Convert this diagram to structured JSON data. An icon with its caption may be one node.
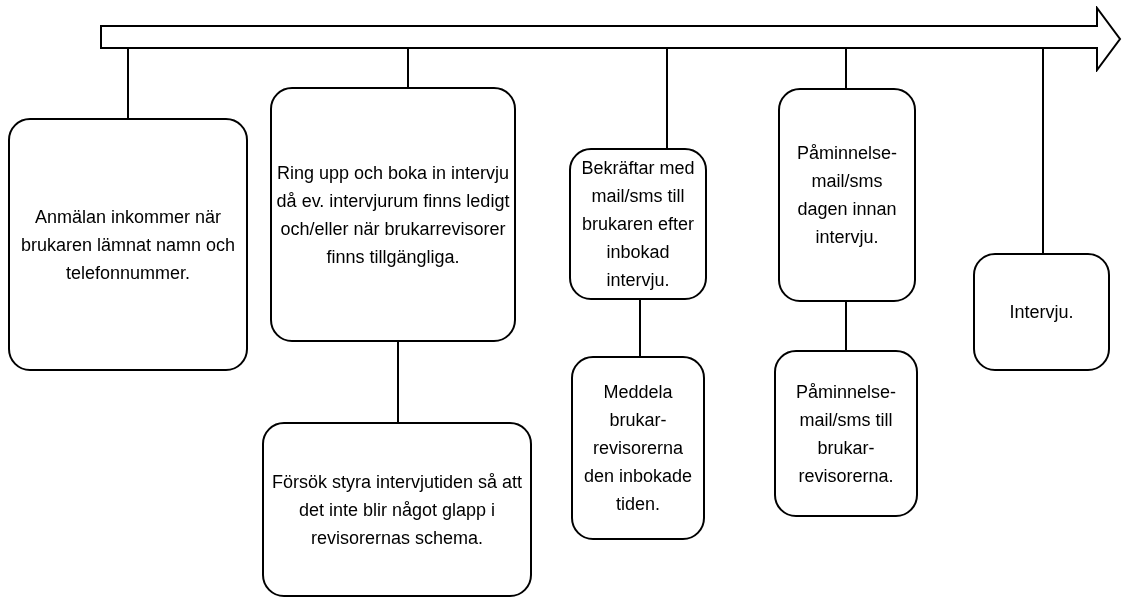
{
  "diagram": {
    "nodes": [
      {
        "text": [],
        "shape": "arrow"
      },
      {
        "text": [
          "Anmälan inkommer när brukaren lämnat namn och telefonnummer."
        ]
      },
      {
        "text": [
          "Ring upp och boka in intervju då ev. intervjurum finns ledigt och/eller när brukarrevisorer finns tillgängliga."
        ]
      },
      {
        "text": [
          "Försök styra intervjutiden så att det inte blir något glapp i revisorernas schema."
        ]
      },
      {
        "text": [
          "Bekräftar med mail/sms till brukaren efter inbokad intervju."
        ]
      },
      {
        "text": [
          "Meddela brukar-revisorerna den inbokade tiden."
        ]
      },
      {
        "text": [
          "Påminnelse-mail/sms dagen innan intervju."
        ]
      },
      {
        "text": [
          "Påminnelse-mail/sms till brukar-revisorerna."
        ]
      },
      {
        "text": [
          "Intervju."
        ]
      }
    ],
    "edges": [
      {
        "from": 0,
        "to": 1,
        "arrow": "none"
      },
      {
        "from": 0,
        "to": 2,
        "arrow": "none"
      },
      {
        "from": 2,
        "to": 3,
        "arrow": "none"
      },
      {
        "from": 0,
        "to": 4,
        "arrow": "none"
      },
      {
        "from": 4,
        "to": 5,
        "arrow": "none"
      },
      {
        "from": 0,
        "to": 6,
        "arrow": "none"
      },
      {
        "from": 6,
        "to": 7,
        "arrow": "none"
      },
      {
        "from": 0,
        "to": 8,
        "arrow": "none"
      }
    ]
  }
}
